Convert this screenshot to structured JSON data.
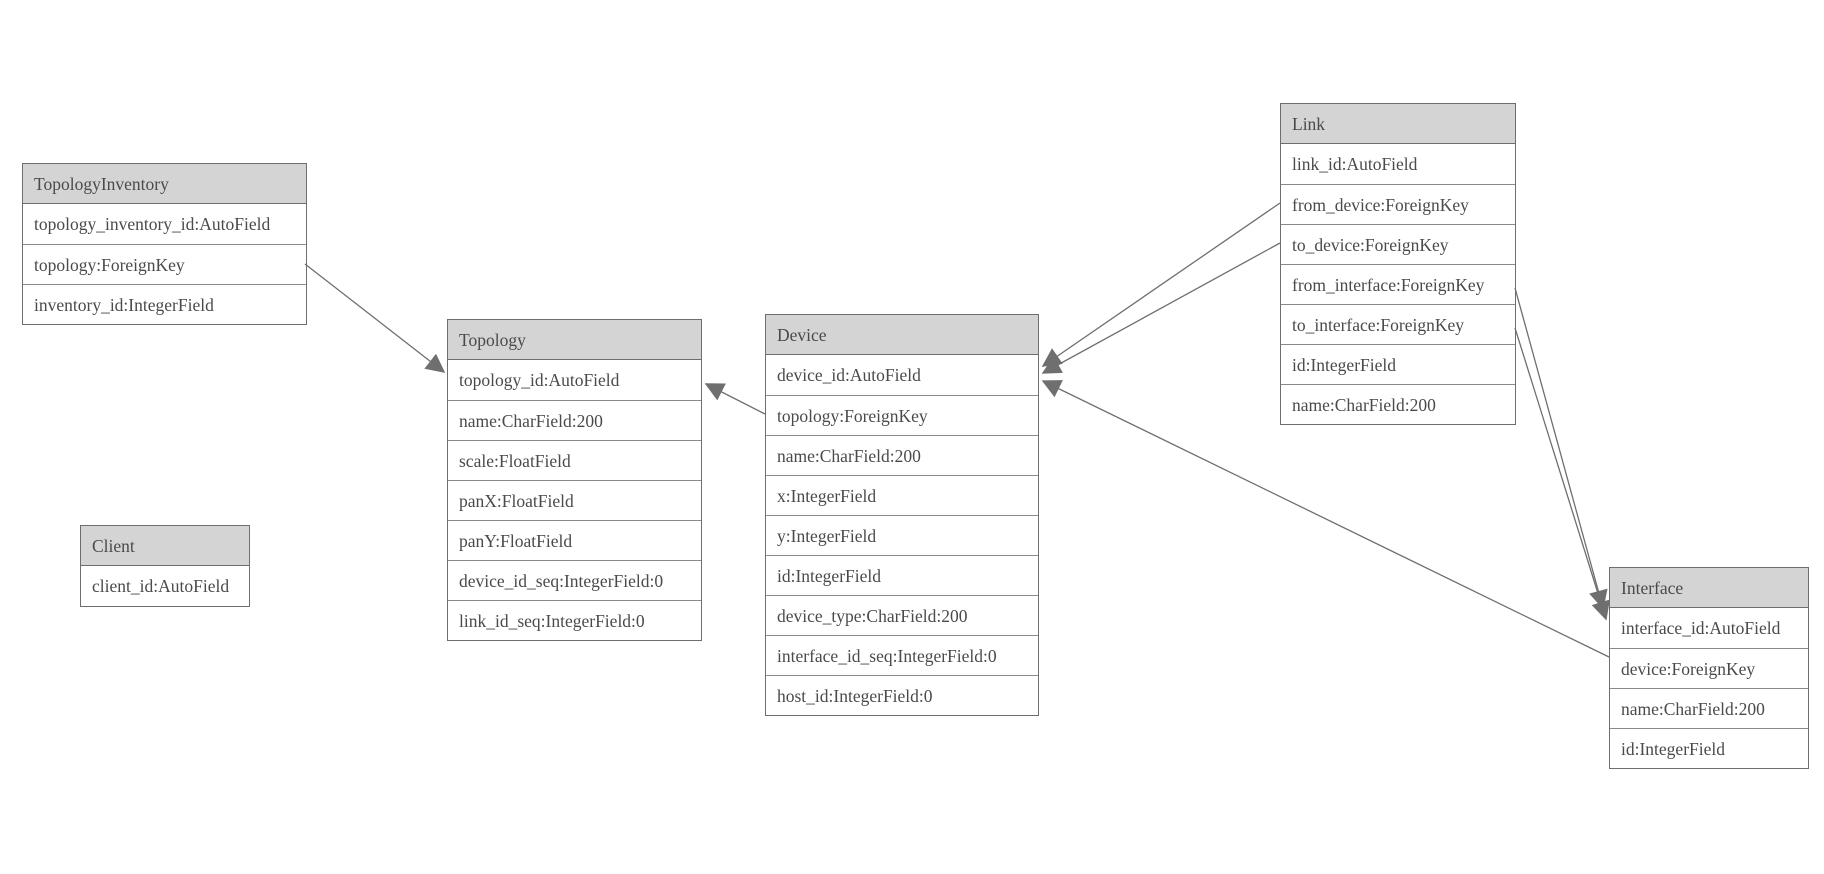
{
  "diagram": {
    "type": "entity-relationship-model-diagram",
    "background_color": "#ffffff",
    "colors": {
      "header_fill": "#d4d4d4",
      "border": "#6e6e6e",
      "row_separator": "#8a8a8a",
      "text": "#4a4a4a",
      "connector": "#6f6f6f",
      "arrowhead_fill": "#6f6f6f"
    },
    "entities": [
      {
        "name": "TopologyInventory",
        "fields": [
          "topology_inventory_id:AutoField",
          "topology:ForeignKey",
          "inventory_id:IntegerField"
        ]
      },
      {
        "name": "Topology",
        "fields": [
          "topology_id:AutoField",
          "name:CharField:200",
          "scale:FloatField",
          "panX:FloatField",
          "panY:FloatField",
          "device_id_seq:IntegerField:0",
          "link_id_seq:IntegerField:0"
        ]
      },
      {
        "name": "Client",
        "fields": [
          "client_id:AutoField"
        ]
      },
      {
        "name": "Device",
        "fields": [
          "device_id:AutoField",
          "topology:ForeignKey",
          "name:CharField:200",
          "x:IntegerField",
          "y:IntegerField",
          "id:IntegerField",
          "device_type:CharField:200",
          "interface_id_seq:IntegerField:0",
          "host_id:IntegerField:0"
        ]
      },
      {
        "name": "Link",
        "fields": [
          "link_id:AutoField",
          "from_device:ForeignKey",
          "to_device:ForeignKey",
          "from_interface:ForeignKey",
          "to_interface:ForeignKey",
          "id:IntegerField",
          "name:CharField:200"
        ]
      },
      {
        "name": "Interface",
        "fields": [
          "interface_id:AutoField",
          "device:ForeignKey",
          "name:CharField:200",
          "id:IntegerField"
        ]
      }
    ],
    "relationships": [
      {
        "from": "TopologyInventory.topology",
        "to": "Topology.topology_id"
      },
      {
        "from": "Device.topology",
        "to": "Topology.topology_id"
      },
      {
        "from": "Link.from_device",
        "to": "Device.device_id"
      },
      {
        "from": "Link.to_device",
        "to": "Device.device_id"
      },
      {
        "from": "Link.from_interface",
        "to": "Interface.interface_id"
      },
      {
        "from": "Link.to_interface",
        "to": "Interface.interface_id"
      },
      {
        "from": "Interface.device",
        "to": "Device.device_id"
      }
    ]
  }
}
